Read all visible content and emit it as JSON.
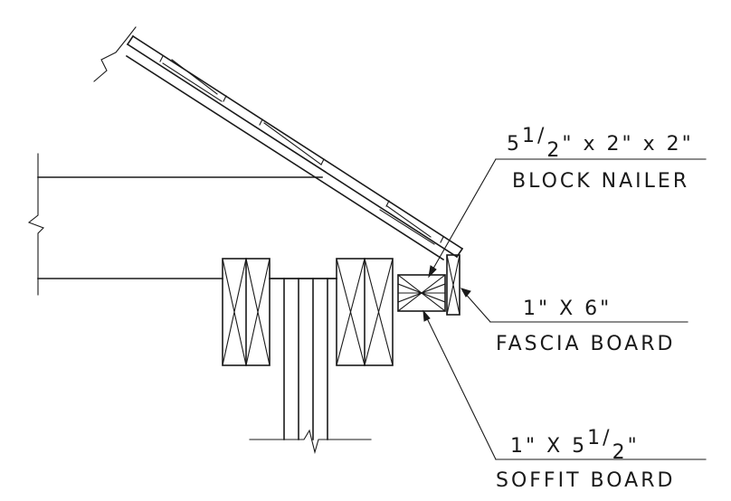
{
  "callouts": {
    "block_nailer": {
      "size_whole": "5",
      "size_num": "1",
      "size_den": "2",
      "size_rest": "\" x 2\" x 2\"",
      "name": "BLOCK NAILER"
    },
    "fascia": {
      "size": "1\" X 6\"",
      "name": "FASCIA BOARD"
    },
    "soffit": {
      "size_lead": "1\" X 5",
      "size_num": "1",
      "size_den": "2",
      "size_rest": "\"",
      "name": "SOFFIT BOARD"
    }
  }
}
